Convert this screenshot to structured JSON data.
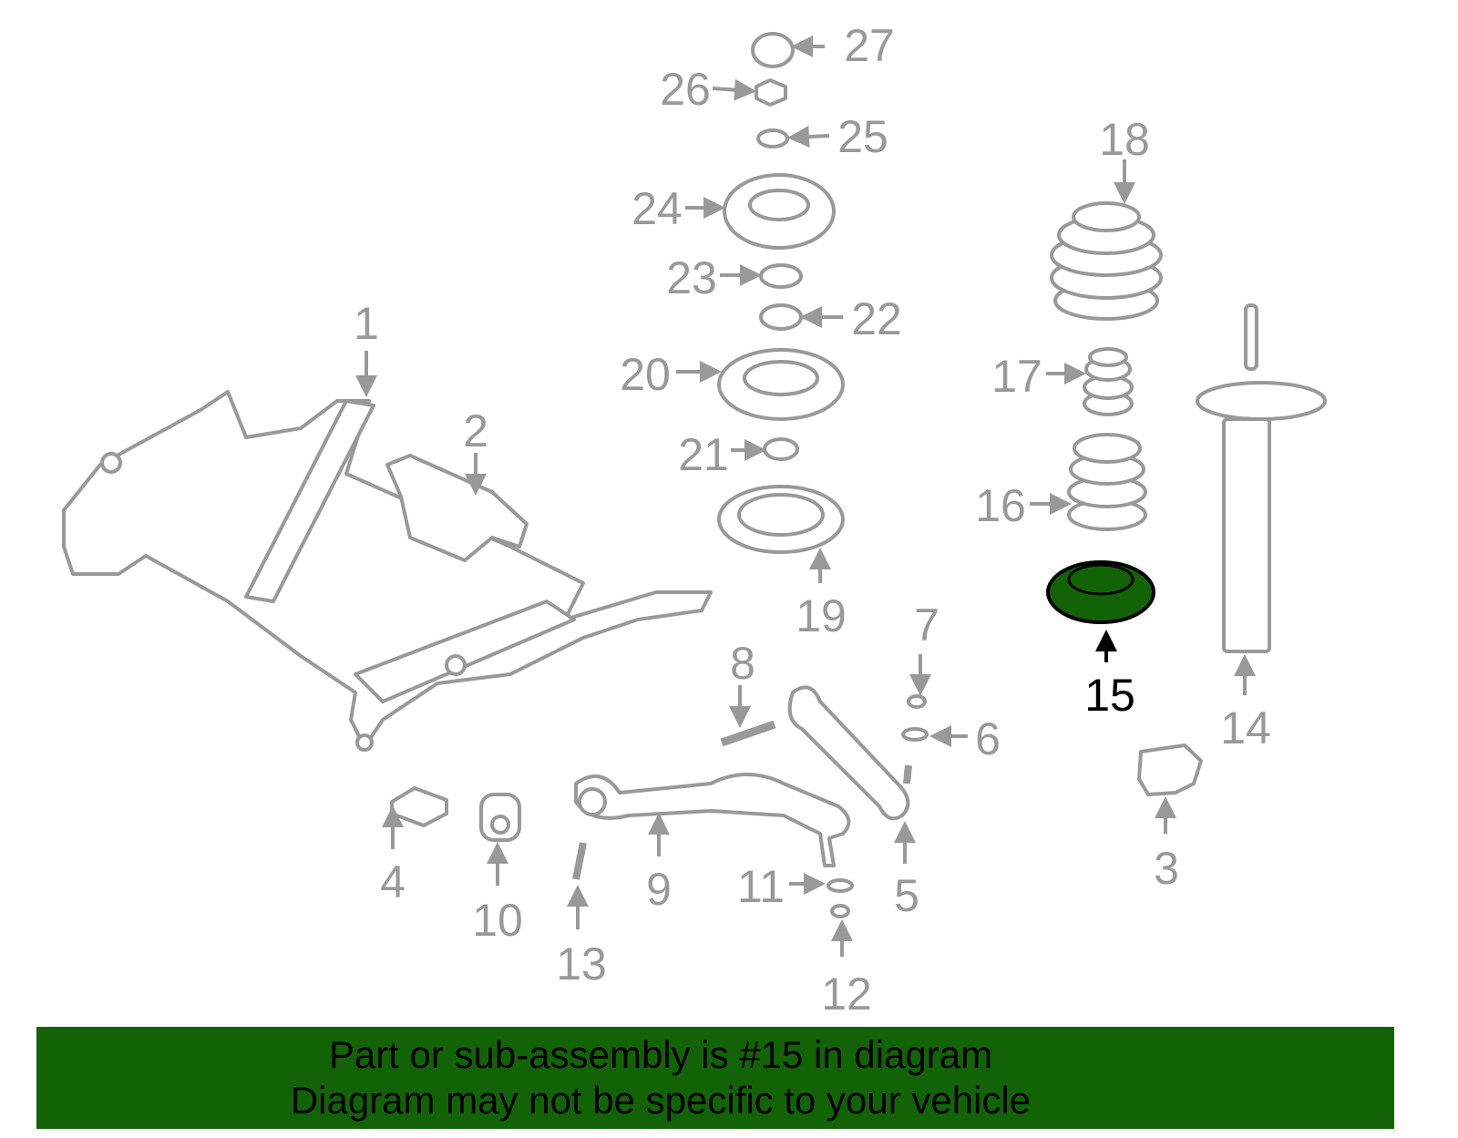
{
  "diagram": {
    "highlighted_part": "15",
    "highlight_color": "#126306",
    "callouts": [
      "1",
      "2",
      "3",
      "4",
      "5",
      "6",
      "7",
      "8",
      "9",
      "10",
      "11",
      "12",
      "13",
      "14",
      "15",
      "16",
      "17",
      "18",
      "19",
      "20",
      "21",
      "22",
      "23",
      "24",
      "25",
      "26",
      "27"
    ]
  },
  "footer": {
    "line1": "Part or sub-assembly is #15 in diagram",
    "line2": "Diagram may not be specific to your vehicle",
    "background": "#126306"
  }
}
